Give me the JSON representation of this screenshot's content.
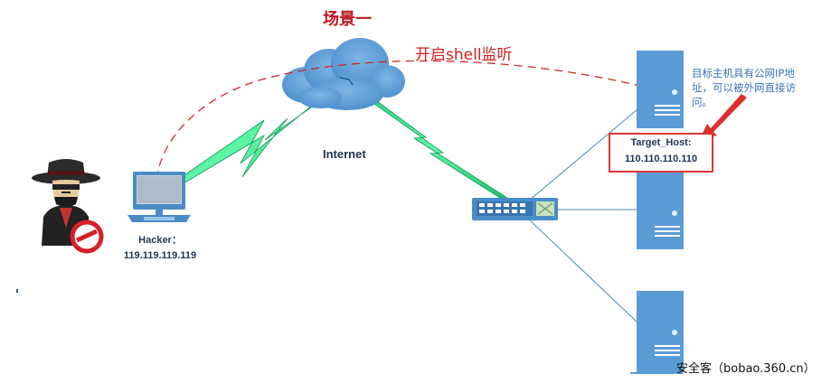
{
  "title": "场景一",
  "shell_label": "开启shell监听",
  "internet_label": "Internet",
  "hacker": {
    "name": "Hacker：",
    "ip": "119.119.119.119"
  },
  "target": {
    "name": "Target_Host:",
    "ip": "110.110.110.110"
  },
  "note": "目标主机具有公网IP地址，可以被外网直接访问。",
  "watermark": "安全客（bobao.360.cn）",
  "colors": {
    "server": "#5b9bd5",
    "cloud": "#5b9bd5",
    "bolt": "#2ee88d",
    "red": "#d42020",
    "line": "#4a8cc7"
  }
}
